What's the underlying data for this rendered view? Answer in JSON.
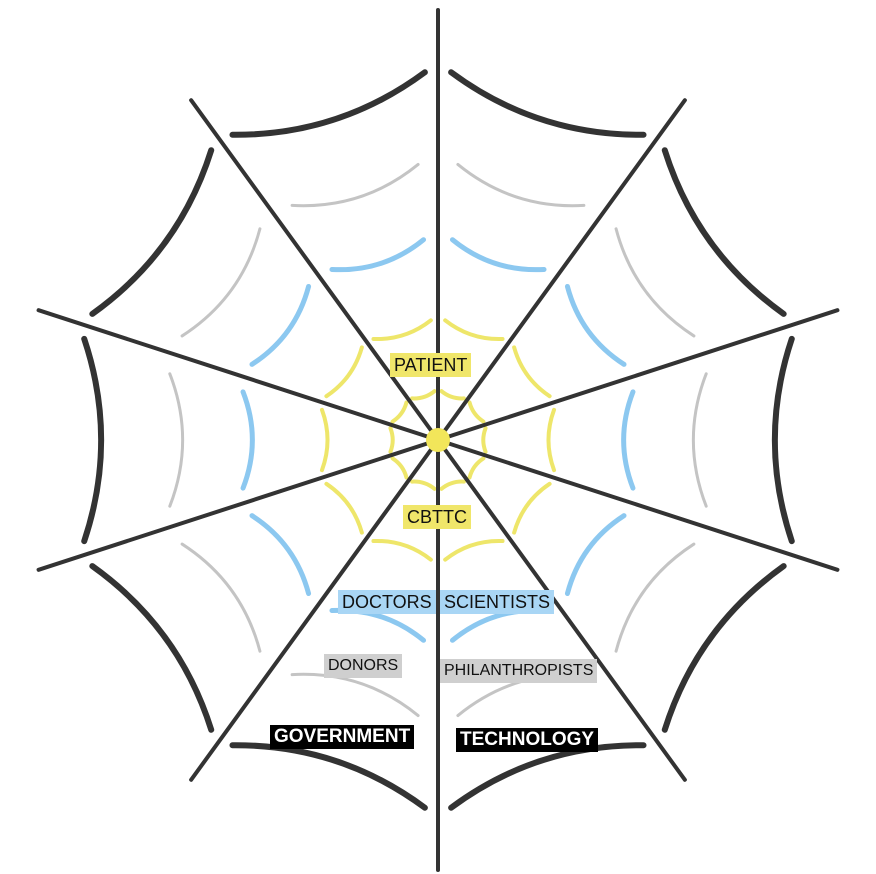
{
  "colors": {
    "spoke": "#333333",
    "outer_ring": "#333333",
    "gray_ring": "#c4c4c4",
    "blue_ring": "#8cc8f0",
    "yellow_ring": "#eee66a",
    "center_dot": "#f2e65a"
  },
  "labels": {
    "patient": "PATIENT",
    "cbttc": "CBTTC",
    "doctors": "DOCTORS",
    "scientists": "SCIENTISTS",
    "donors": "DONORS",
    "philanthropists": "PHILANTHROPISTS",
    "government": "GOVERNMENT",
    "technology": "TECHNOLOGY"
  }
}
